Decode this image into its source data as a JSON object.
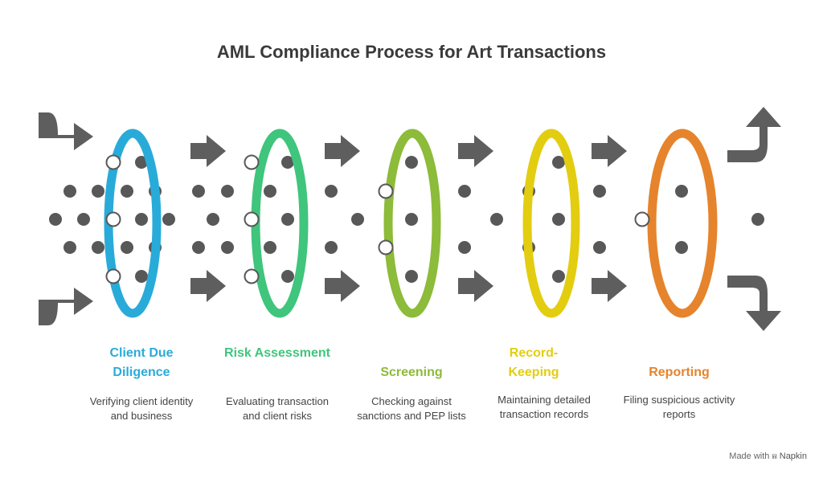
{
  "title": "AML Compliance Process for Art Transactions",
  "stages": [
    {
      "label": "Client Due Diligence",
      "description": "Verifying client identity and business",
      "color": "#29abd9"
    },
    {
      "label": "Risk Assessment",
      "description": "Evaluating transaction and client risks",
      "color": "#3fc57c"
    },
    {
      "label": "Screening",
      "description": "Checking against sanctions and PEP lists",
      "color": "#8dbb3a"
    },
    {
      "label": "Record-Keeping",
      "description": "Maintaining detailed transaction records",
      "color": "#e3cd10"
    },
    {
      "label": "Reporting",
      "description": "Filing suspicious activity reports",
      "color": "#e5842c"
    }
  ],
  "footer": {
    "prefix": "Made with",
    "brand": "Napkin"
  },
  "colors": {
    "arrow": "#5e5e5e",
    "dot": "#585858",
    "title": "#3a3a3a"
  }
}
